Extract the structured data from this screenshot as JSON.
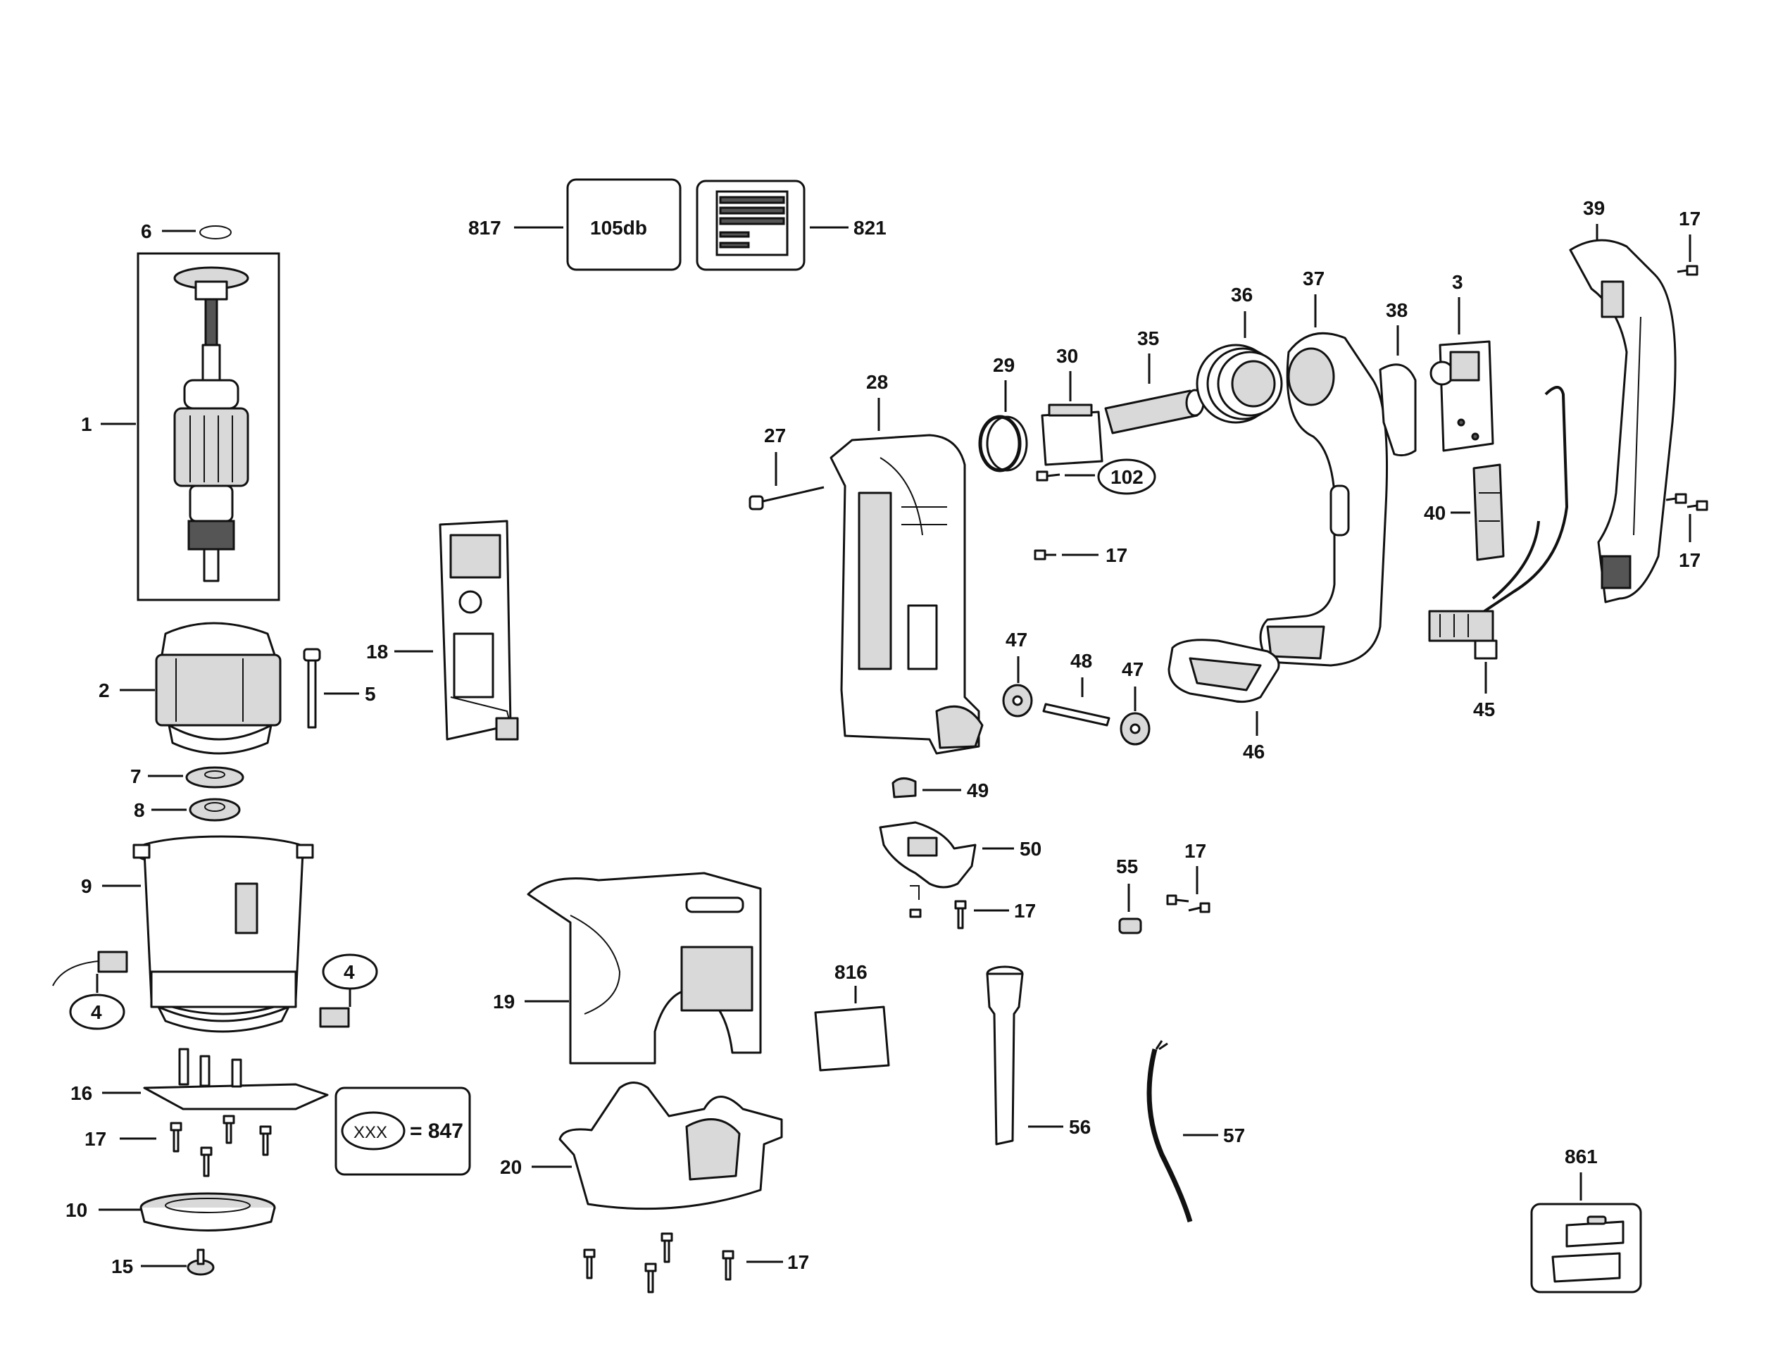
{
  "callouts": {
    "c1": "1",
    "c2": "2",
    "c3": "3",
    "c4a": "4",
    "c4b": "4",
    "c5": "5",
    "c6": "6",
    "c7": "7",
    "c8": "8",
    "c9": "9",
    "c10": "10",
    "c15": "15",
    "c16": "16",
    "c17a": "17",
    "c17b": "17",
    "c17c": "17",
    "c17d": "17",
    "c17e": "17",
    "c17f": "17",
    "c17g": "17",
    "c17h": "17",
    "c18": "18",
    "c19": "19",
    "c20": "20",
    "c27": "27",
    "c28": "28",
    "c29": "29",
    "c30": "30",
    "c35": "35",
    "c36": "36",
    "c37": "37",
    "c38": "38",
    "c39": "39",
    "c40": "40",
    "c45": "45",
    "c46": "46",
    "c47a": "47",
    "c47b": "47",
    "c48": "48",
    "c49": "49",
    "c50": "50",
    "c55": "55",
    "c56": "56",
    "c57": "57",
    "c102": "102",
    "c816": "816",
    "c817": "817",
    "c821": "821",
    "c861": "861"
  },
  "boxes": {
    "label_105db": "105db",
    "legend_xxx": "XXX",
    "legend_eq": "= 847"
  },
  "icons": [
    "armature-icon",
    "field-stator-icon",
    "motor-housing-icon",
    "switch-icon",
    "handle-icon",
    "cord-icon",
    "kit-box-icon"
  ]
}
